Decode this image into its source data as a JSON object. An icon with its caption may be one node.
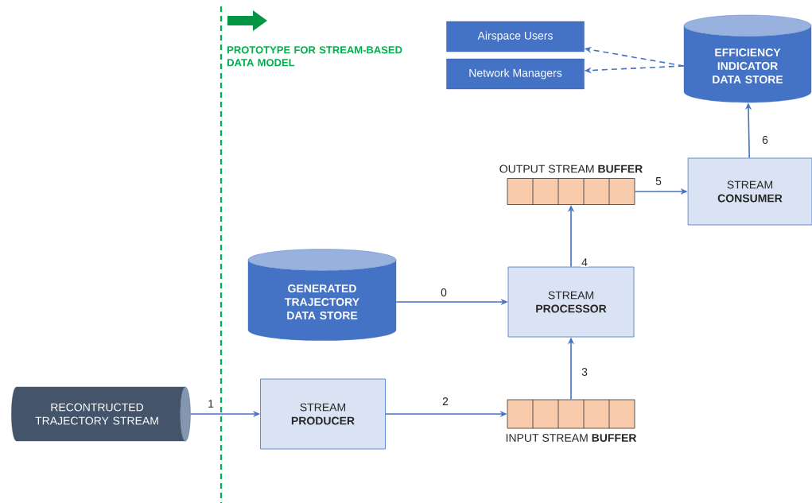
{
  "diagram": {
    "nodes": [
      {
        "text": [
          "Airspace Users"
        ]
      },
      {
        "text": [
          "Network Managers"
        ]
      },
      {
        "text": [
          "EFFICIENCY INDICATOR DATA STORE"
        ]
      },
      {
        "text": [
          "OUTPUT STREAM **BUFFER**"
        ]
      },
      {
        "text": [
          "STREAM **CONSUMER**"
        ]
      },
      {
        "text": [
          "GENERATED TRAJECTORY DATA STORE"
        ]
      },
      {
        "text": [
          "STREAM **PROCESSOR**"
        ]
      },
      {
        "text": [
          "RECONTRUCTED TRAJECTORY STREAM"
        ]
      },
      {
        "text": [
          "STREAM **PRODUCER**"
        ]
      },
      {
        "text": [
          "INPUT STREAM **BUFFER**"
        ]
      }
    ],
    "edges": [
      {
        "from": 2,
        "to": 0,
        "arrow": "to",
        "style": "dashed"
      },
      {
        "from": 2,
        "to": 1,
        "arrow": "to",
        "style": "dashed"
      },
      {
        "from": 4,
        "to": 2,
        "arrow": "to",
        "label": "6"
      },
      {
        "from": 3,
        "to": 4,
        "arrow": "to",
        "label": "5"
      },
      {
        "from": 6,
        "to": 3,
        "arrow": "to",
        "label": "4"
      },
      {
        "from": 5,
        "to": 6,
        "arrow": "to",
        "label": "0"
      },
      {
        "from": 9,
        "to": 6,
        "arrow": "to",
        "label": "3"
      },
      {
        "from": 8,
        "to": 9,
        "arrow": "to",
        "label": "2"
      },
      {
        "from": 7,
        "to": 8,
        "arrow": "to",
        "label": "1"
      }
    ],
    "labels": [
      "PROTOTYPE FOR STREAM-BASED DATA MODEL"
    ]
  }
}
